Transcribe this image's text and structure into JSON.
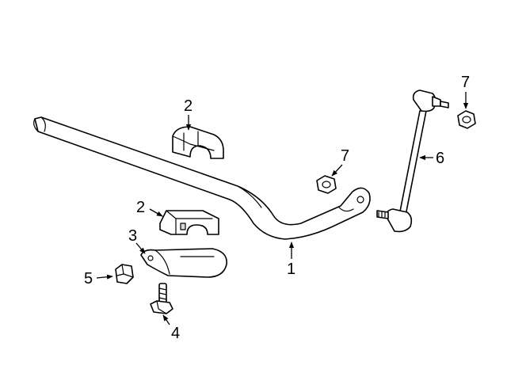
{
  "callouts": [
    {
      "id": "c1",
      "label": "1"
    },
    {
      "id": "c2a",
      "label": "2"
    },
    {
      "id": "c2b",
      "label": "2"
    },
    {
      "id": "c3",
      "label": "3"
    },
    {
      "id": "c4",
      "label": "4"
    },
    {
      "id": "c5",
      "label": "5"
    },
    {
      "id": "c6",
      "label": "6"
    },
    {
      "id": "c7a",
      "label": "7"
    },
    {
      "id": "c7b",
      "label": "7"
    }
  ]
}
